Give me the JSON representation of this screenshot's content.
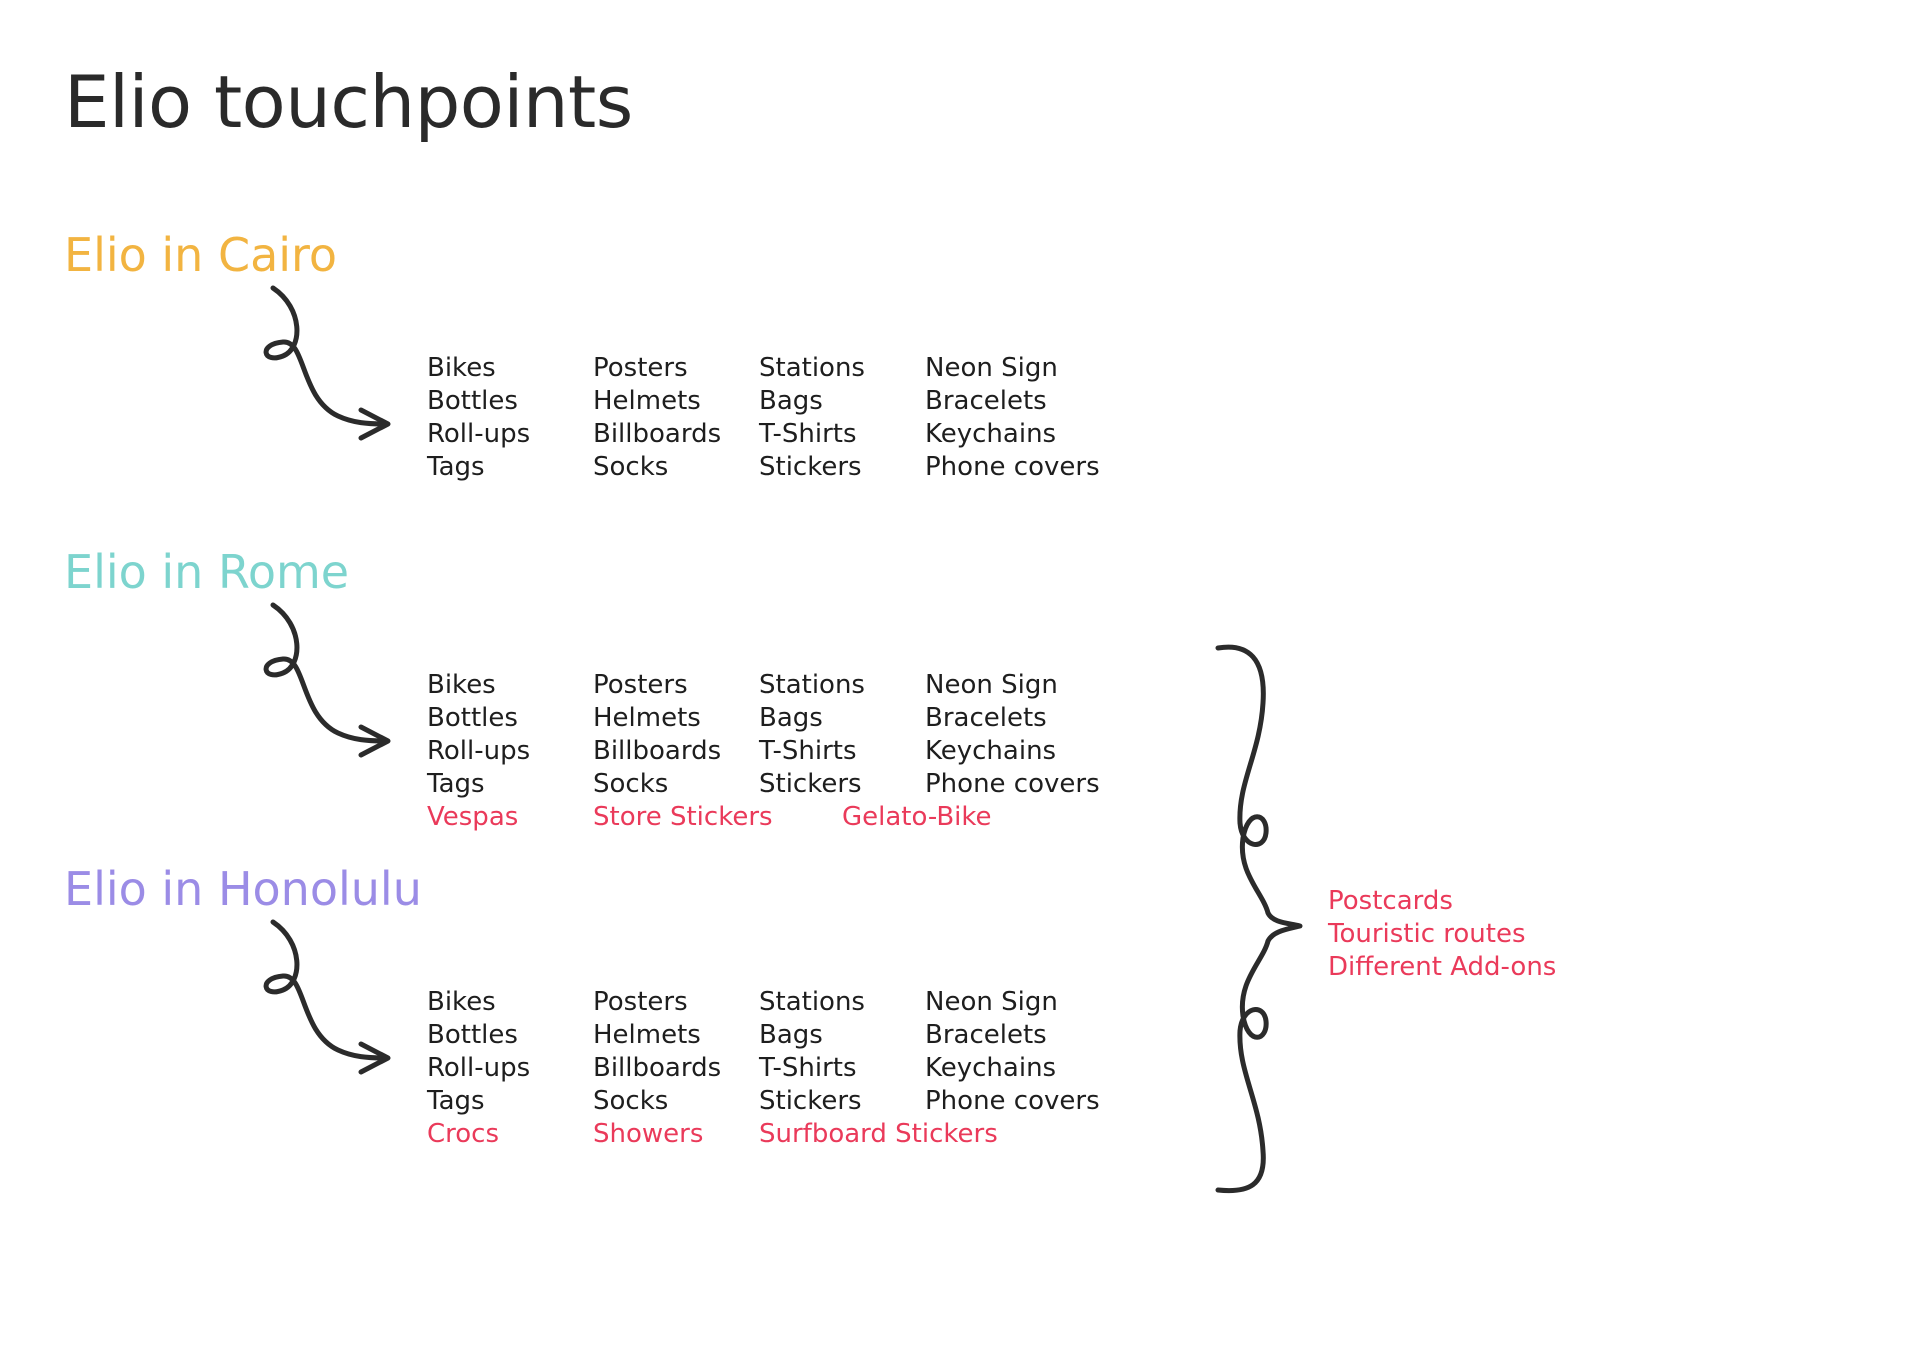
{
  "title": "Elio touchpoints",
  "colors": {
    "text": "#1e1e1e",
    "accent_red": "#ea3a5a",
    "cairo": "#f2b441",
    "rome": "#7dd4ce",
    "honolulu": "#9b8ce6"
  },
  "shared_columns": [
    [
      "Bikes",
      "Bottles",
      "Roll-ups",
      "Tags"
    ],
    [
      "Posters",
      "Helmets",
      "Billboards",
      "Socks"
    ],
    [
      "Stations",
      "Bags",
      "T-Shirts",
      "Stickers"
    ],
    [
      "Neon Sign",
      "Bracelets",
      "Keychains",
      "Phone covers"
    ]
  ],
  "sections": [
    {
      "name": "Elio in Cairo",
      "color": "#f2b441",
      "extras": []
    },
    {
      "name": "Elio in Rome",
      "color": "#7dd4ce",
      "extras": [
        "Vespas",
        "Store Stickers",
        "Gelato-Bike"
      ]
    },
    {
      "name": "Elio in Honolulu",
      "color": "#9b8ce6",
      "extras": [
        "Crocs",
        "Showers",
        "Surfboard Stickers"
      ]
    }
  ],
  "brace_notes": [
    "Postcards",
    "Touristic routes",
    "Different Add-ons"
  ]
}
